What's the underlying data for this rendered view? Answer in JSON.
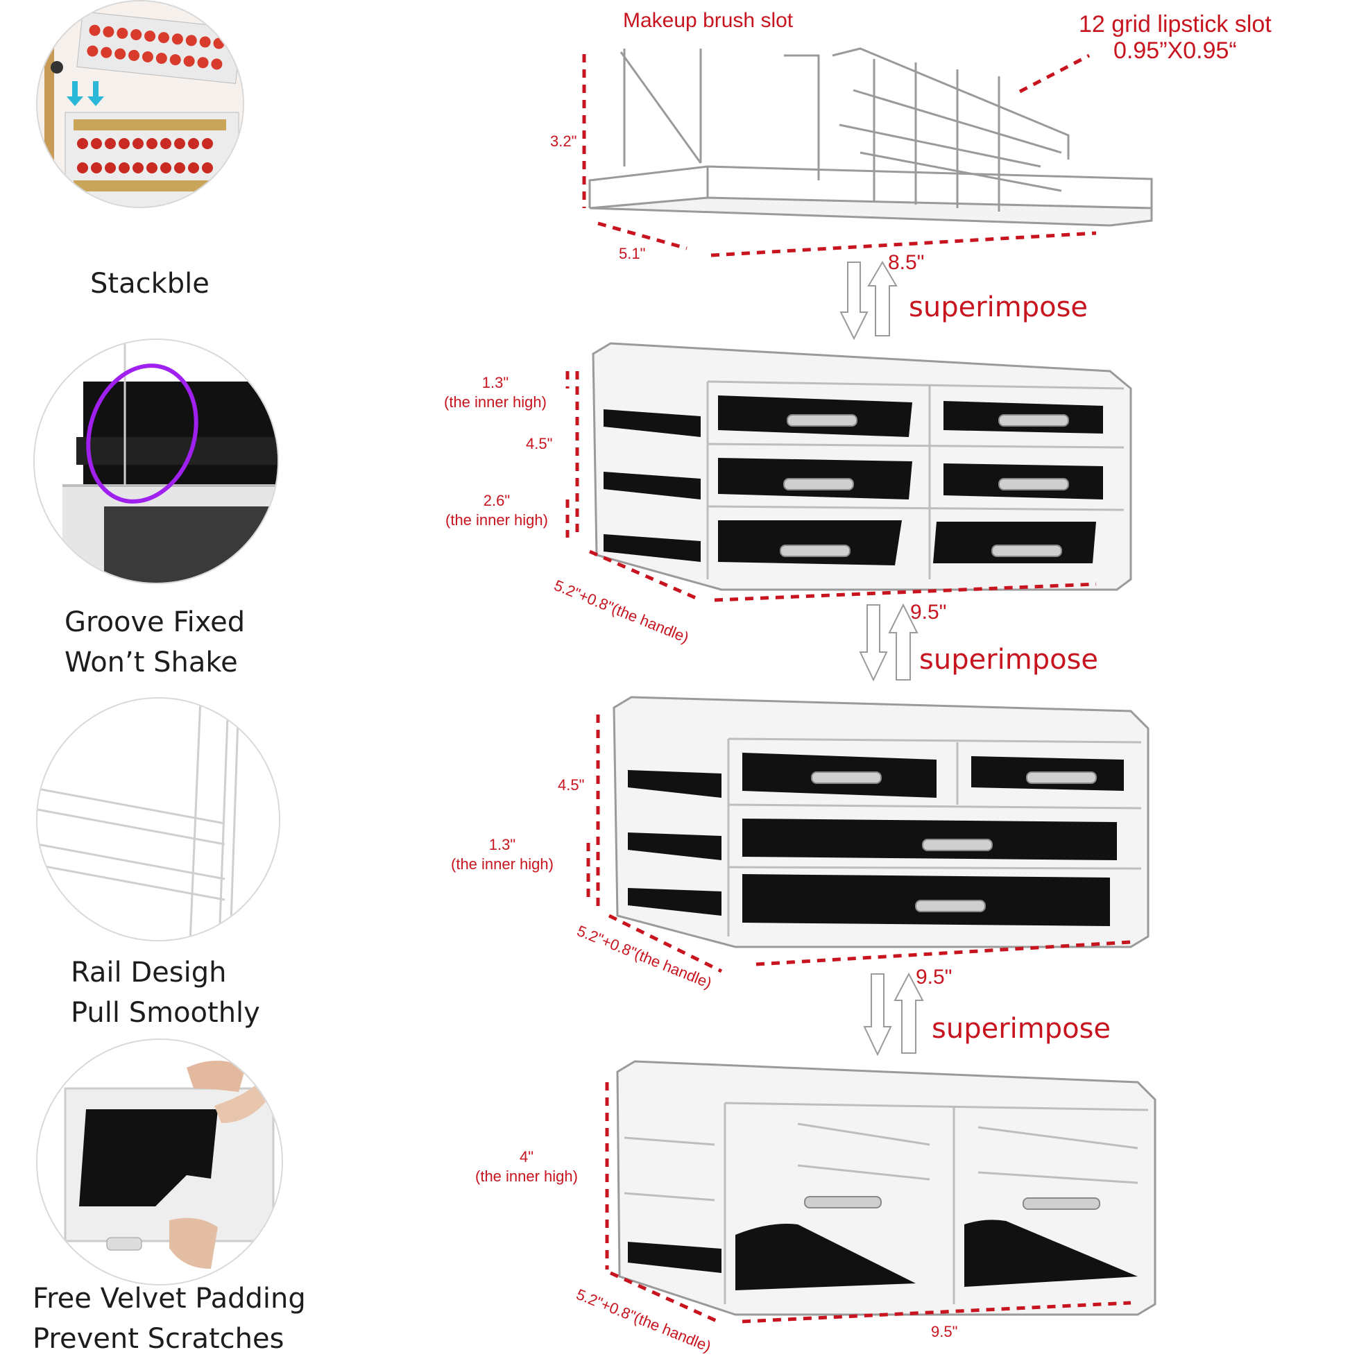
{
  "features": [
    {
      "line1": "Stackble",
      "line2": ""
    },
    {
      "line1": "Groove Fixed",
      "line2": "Won’t Shake"
    },
    {
      "line1": "Rail Desigh",
      "line2": "Pull Smoothly"
    },
    {
      "line1": "Free Velvet Padding",
      "line2": "Prevent Scratches"
    }
  ],
  "top_tier": {
    "brush_slot": "Makeup brush slot",
    "lipstick_slot_line1": "12 grid lipstick slot",
    "lipstick_slot_line2": "0.95”X0.95“",
    "height": "3.2\"",
    "depth": "5.1\"",
    "width": "8.5\""
  },
  "superimpose": [
    "superimpose",
    "superimpose",
    "superimpose"
  ],
  "tier2": {
    "inner_high_1_value": "1.3\"",
    "inner_high_1_note": "(the inner high)",
    "height": "4.5\"",
    "inner_high_2_value": "2.6\"",
    "inner_high_2_note": "(the inner high)",
    "depth": "5.2\"+0.8\"(the handle)",
    "width": "9.5\""
  },
  "tier3": {
    "height": "4.5\"",
    "inner_high_value": "1.3\"",
    "inner_high_note": "(the inner high)",
    "depth": "5.2\"+0.8\"(the handle)",
    "width": "9.5\""
  },
  "tier4": {
    "inner_high_value": "4\"",
    "inner_high_note": "(the inner high)",
    "depth": "5.2\"+0.8\"(the handle)",
    "width": "9.5\""
  },
  "colors": {
    "accent_red": "#c8141e",
    "velvet_black": "#111111",
    "highlight_purple": "#a020f0"
  }
}
